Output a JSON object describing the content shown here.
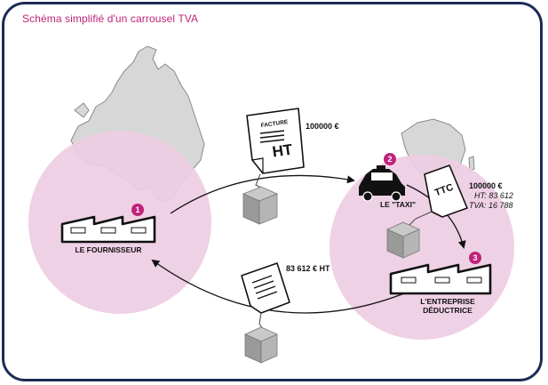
{
  "title": "Schéma simplifié d'un carrousel TVA",
  "colors": {
    "frame": "#1e2b57",
    "accent": "#c0237a",
    "circle_fill": "#eecde3",
    "map_fill": "#d7d7d7"
  },
  "icons": [
    "europe-map-icon",
    "france-map-icon",
    "factory-icon",
    "taxi-car-icon",
    "document-icon",
    "payment-box-icon"
  ],
  "nodes": {
    "supplier": {
      "number": "1",
      "label": "LE FOURNISSEUR"
    },
    "taxi": {
      "number": "2",
      "label": "LE \"TAXI\""
    },
    "deducting": {
      "number": "3",
      "label_line1": "L'ENTREPRISE",
      "label_line2": "DÉDUCTRICE"
    }
  },
  "documents": {
    "invoice": {
      "header": "FACTURE",
      "big": "HT",
      "amount": "100000 €"
    },
    "ttc": {
      "big": "TTC",
      "amount": "100000 €",
      "ht_line": "HT: 83 612",
      "tva_line": "TVA: 16 788"
    },
    "return": {
      "amount": "83 612 € HT"
    }
  }
}
